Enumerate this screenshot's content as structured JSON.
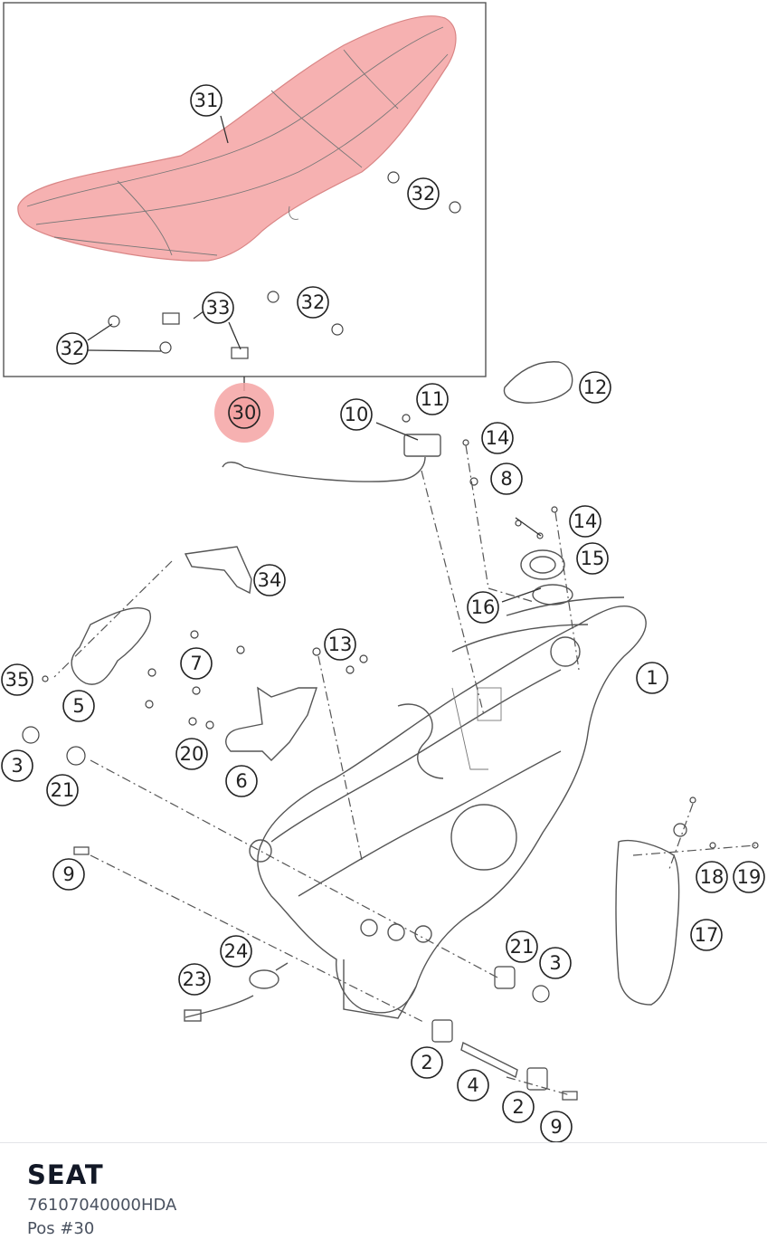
{
  "diagram": {
    "callouts": {
      "c1": "1",
      "c2a": "2",
      "c2b": "2",
      "c3a": "3",
      "c3b": "3",
      "c4": "4",
      "c5": "5",
      "c6": "6",
      "c7": "7",
      "c8": "8",
      "c9a": "9",
      "c9b": "9",
      "c10": "10",
      "c11": "11",
      "c12": "12",
      "c13": "13",
      "c14a": "14",
      "c14b": "14",
      "c15": "15",
      "c16": "16",
      "c17": "17",
      "c18": "18",
      "c19": "19",
      "c20": "20",
      "c21a": "21",
      "c21b": "21",
      "c23": "23",
      "c24": "24",
      "c30": "30",
      "c31": "31",
      "c32a": "32",
      "c32b": "32",
      "c32c": "32",
      "c33": "33",
      "c34": "34",
      "c35": "35"
    },
    "highlight_color": "#f4a3a3"
  },
  "selected_part": {
    "name": "SEAT",
    "number": "76107040000HDA",
    "position": "Pos #30"
  }
}
